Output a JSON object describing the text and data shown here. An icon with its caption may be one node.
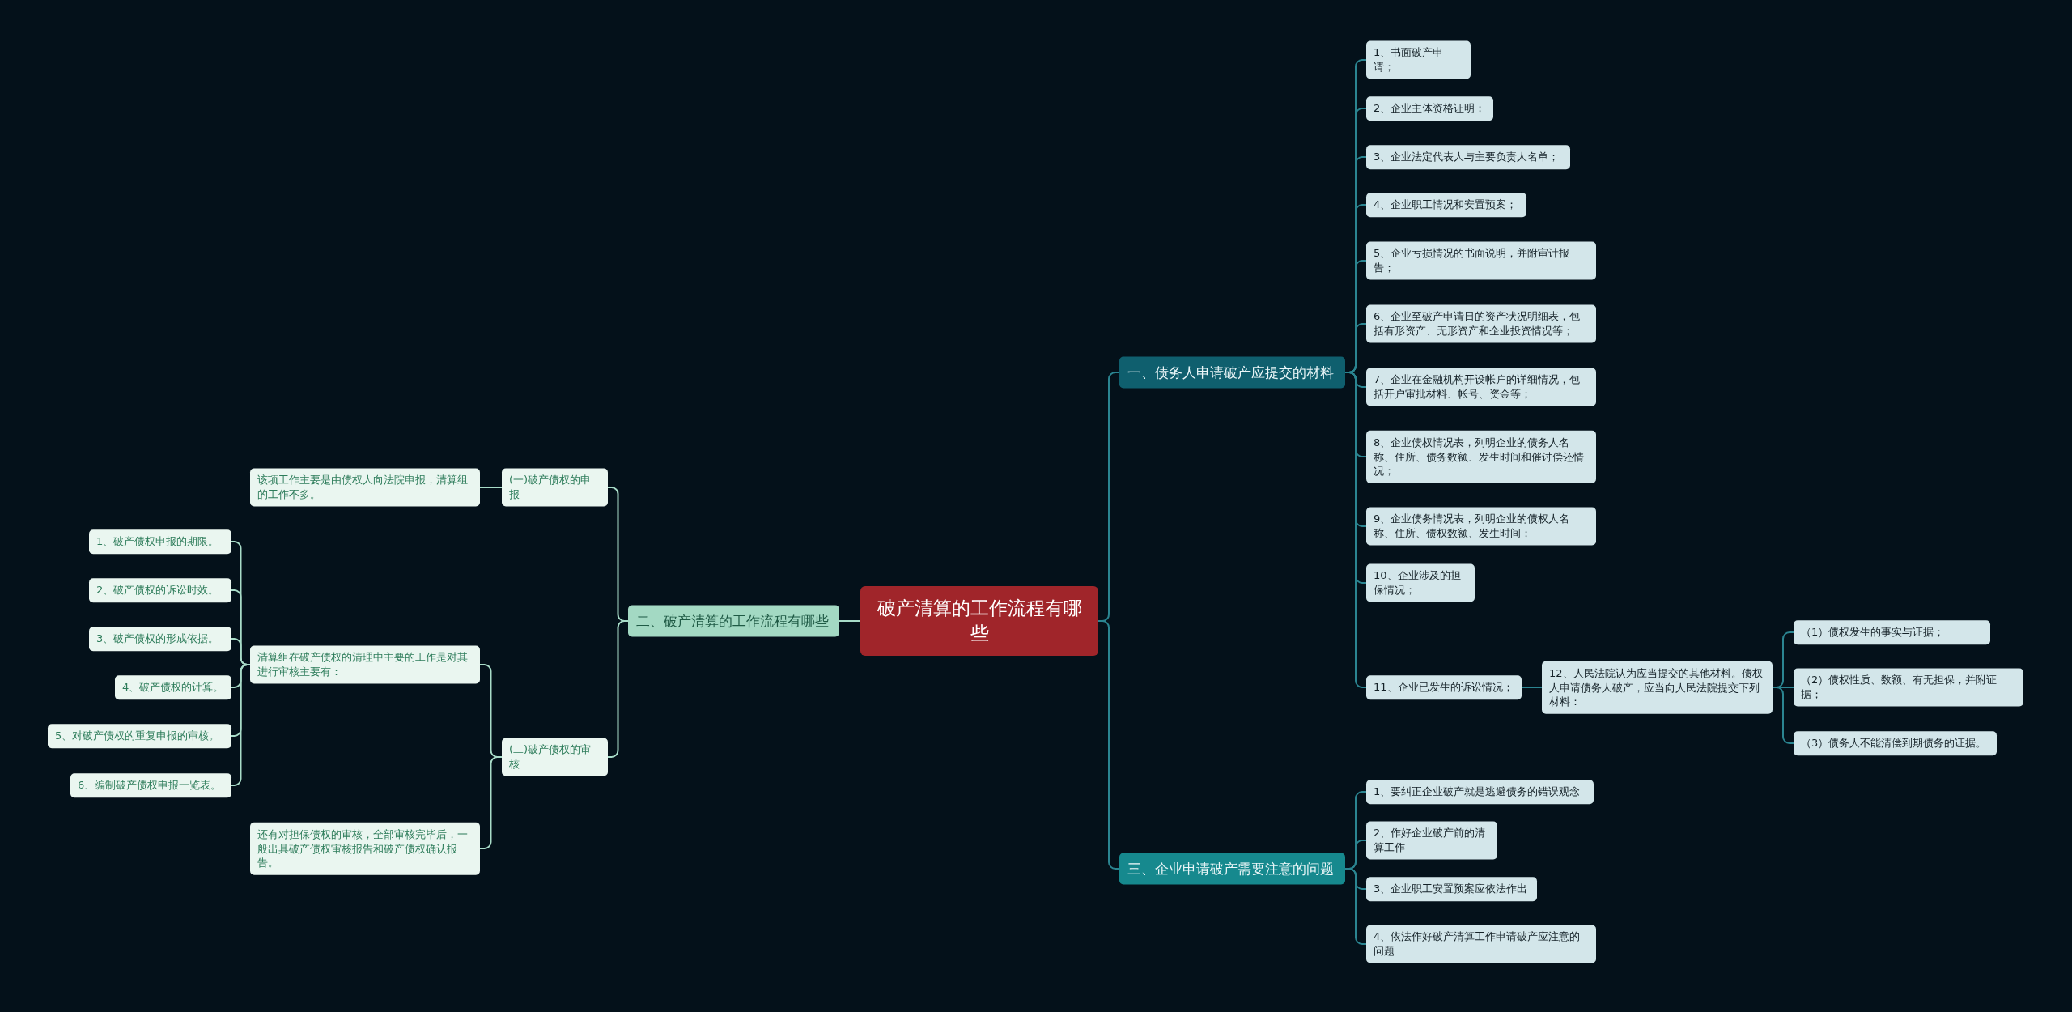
{
  "diagram": {
    "nodes": [
      {
        "text": [
          "破产清算的工作流程有哪些"
        ]
      },
      {
        "text": [
          "一、债务人申请破产应提交的材料"
        ]
      },
      {
        "text": [
          "1、书面破产申请；"
        ]
      },
      {
        "text": [
          "2、企业主体资格证明；"
        ]
      },
      {
        "text": [
          "3、企业法定代表人与主要负责人名单；"
        ]
      },
      {
        "text": [
          "4、企业职工情况和安置预案；"
        ]
      },
      {
        "text": [
          "5、企业亏损情况的书面说明，并附审计报告；"
        ]
      },
      {
        "text": [
          "6、企业至破产申请日的资产状况明细表，包括有形资产、无形资产和企业投资情况等；"
        ]
      },
      {
        "text": [
          "7、企业在金融机构开设帐户的详细情况，包括开户审批材料、帐号、资金等；"
        ]
      },
      {
        "text": [
          "8、企业债权情况表，列明企业的债务人名称、住所、债务数额、发生时间和催讨偿还情况；"
        ]
      },
      {
        "text": [
          "9、企业债务情况表，列明企业的债权人名称、住所、债权数额、发生时间；"
        ]
      },
      {
        "text": [
          "10、企业涉及的担保情况；"
        ]
      },
      {
        "text": [
          "11、企业已发生的诉讼情况；"
        ]
      },
      {
        "text": [
          "12、人民法院认为应当提交的其他材料。债权人申请债务人破产，应当向人民法院提交下列材料："
        ]
      },
      {
        "text": [
          "（1）债权发生的事实与证据；"
        ]
      },
      {
        "text": [
          "（2）债权性质、数额、有无担保，并附证据；"
        ]
      },
      {
        "text": [
          "（3）债务人不能清偿到期债务的证据。"
        ]
      },
      {
        "text": [
          "三、企业申请破产需要注意的问题"
        ]
      },
      {
        "text": [
          "1、要纠正企业破产就是逃避债务的错误观念"
        ]
      },
      {
        "text": [
          "2、作好企业破产前的清算工作"
        ]
      },
      {
        "text": [
          "3、企业职工安置预案应依法作出"
        ]
      },
      {
        "text": [
          "4、依法作好破产清算工作申请破产应注意的问题"
        ]
      },
      {
        "text": [
          "二、破产清算的工作流程有哪些"
        ]
      },
      {
        "text": [
          "(一)破产债权的申报"
        ]
      },
      {
        "text": [
          "该项工作主要是由债权人向法院申报，清算组的工作不多。"
        ]
      },
      {
        "text": [
          "(二)破产债权的审核"
        ]
      },
      {
        "text": [
          "清算组在破产债权的清理中主要的工作是对其进行审核主要有："
        ]
      },
      {
        "text": [
          "1、破产债权申报的期限。"
        ]
      },
      {
        "text": [
          "2、破产债权的诉讼时效。"
        ]
      },
      {
        "text": [
          "3、破产债权的形成依据。"
        ]
      },
      {
        "text": [
          "4、破产债权的计算。"
        ]
      },
      {
        "text": [
          "5、对破产债权的重复申报的审核。"
        ]
      },
      {
        "text": [
          "6、编制破产债权申报一览表。"
        ]
      },
      {
        "text": [
          "还有对担保债权的审核，全部审核完毕后，一般出具破产债权审核报告和破产债权确认报告。"
        ]
      }
    ],
    "edges": [
      {
        "from": 0,
        "to": 1,
        "arrow": "none"
      },
      {
        "from": 1,
        "to": 2,
        "arrow": "none"
      },
      {
        "from": 1,
        "to": 3,
        "arrow": "none"
      },
      {
        "from": 1,
        "to": 4,
        "arrow": "none"
      },
      {
        "from": 1,
        "to": 5,
        "arrow": "none"
      },
      {
        "from": 1,
        "to": 6,
        "arrow": "none"
      },
      {
        "from": 1,
        "to": 7,
        "arrow": "none"
      },
      {
        "from": 1,
        "to": 8,
        "arrow": "none"
      },
      {
        "from": 1,
        "to": 9,
        "arrow": "none"
      },
      {
        "from": 1,
        "to": 10,
        "arrow": "none"
      },
      {
        "from": 1,
        "to": 11,
        "arrow": "none"
      },
      {
        "from": 1,
        "to": 12,
        "arrow": "none"
      },
      {
        "from": 12,
        "to": 13,
        "arrow": "none"
      },
      {
        "from": 13,
        "to": 14,
        "arrow": "none"
      },
      {
        "from": 13,
        "to": 15,
        "arrow": "none"
      },
      {
        "from": 13,
        "to": 16,
        "arrow": "none"
      },
      {
        "from": 0,
        "to": 17,
        "arrow": "none"
      },
      {
        "from": 17,
        "to": 18,
        "arrow": "none"
      },
      {
        "from": 17,
        "to": 19,
        "arrow": "none"
      },
      {
        "from": 17,
        "to": 20,
        "arrow": "none"
      },
      {
        "from": 17,
        "to": 21,
        "arrow": "none"
      },
      {
        "from": 0,
        "to": 22,
        "arrow": "none",
        "color": "#a8dcc8"
      },
      {
        "from": 22,
        "to": 23,
        "arrow": "none",
        "color": "#a8dcc8"
      },
      {
        "from": 23,
        "to": 24,
        "arrow": "none",
        "color": "#a8dcc8"
      },
      {
        "from": 22,
        "to": 25,
        "arrow": "none",
        "color": "#a8dcc8"
      },
      {
        "from": 25,
        "to": 26,
        "arrow": "none",
        "color": "#a8dcc8"
      },
      {
        "from": 26,
        "to": 27,
        "arrow": "none",
        "color": "#a8dcc8"
      },
      {
        "from": 26,
        "to": 28,
        "arrow": "none",
        "color": "#a8dcc8"
      },
      {
        "from": 26,
        "to": 29,
        "arrow": "none",
        "color": "#a8dcc8"
      },
      {
        "from": 26,
        "to": 30,
        "arrow": "none",
        "color": "#a8dcc8"
      },
      {
        "from": 26,
        "to": 31,
        "arrow": "none",
        "color": "#a8dcc8"
      },
      {
        "from": 26,
        "to": 32,
        "arrow": "none",
        "color": "#a8dcc8"
      },
      {
        "from": 25,
        "to": 33,
        "arrow": "none",
        "color": "#a8dcc8"
      }
    ]
  }
}
